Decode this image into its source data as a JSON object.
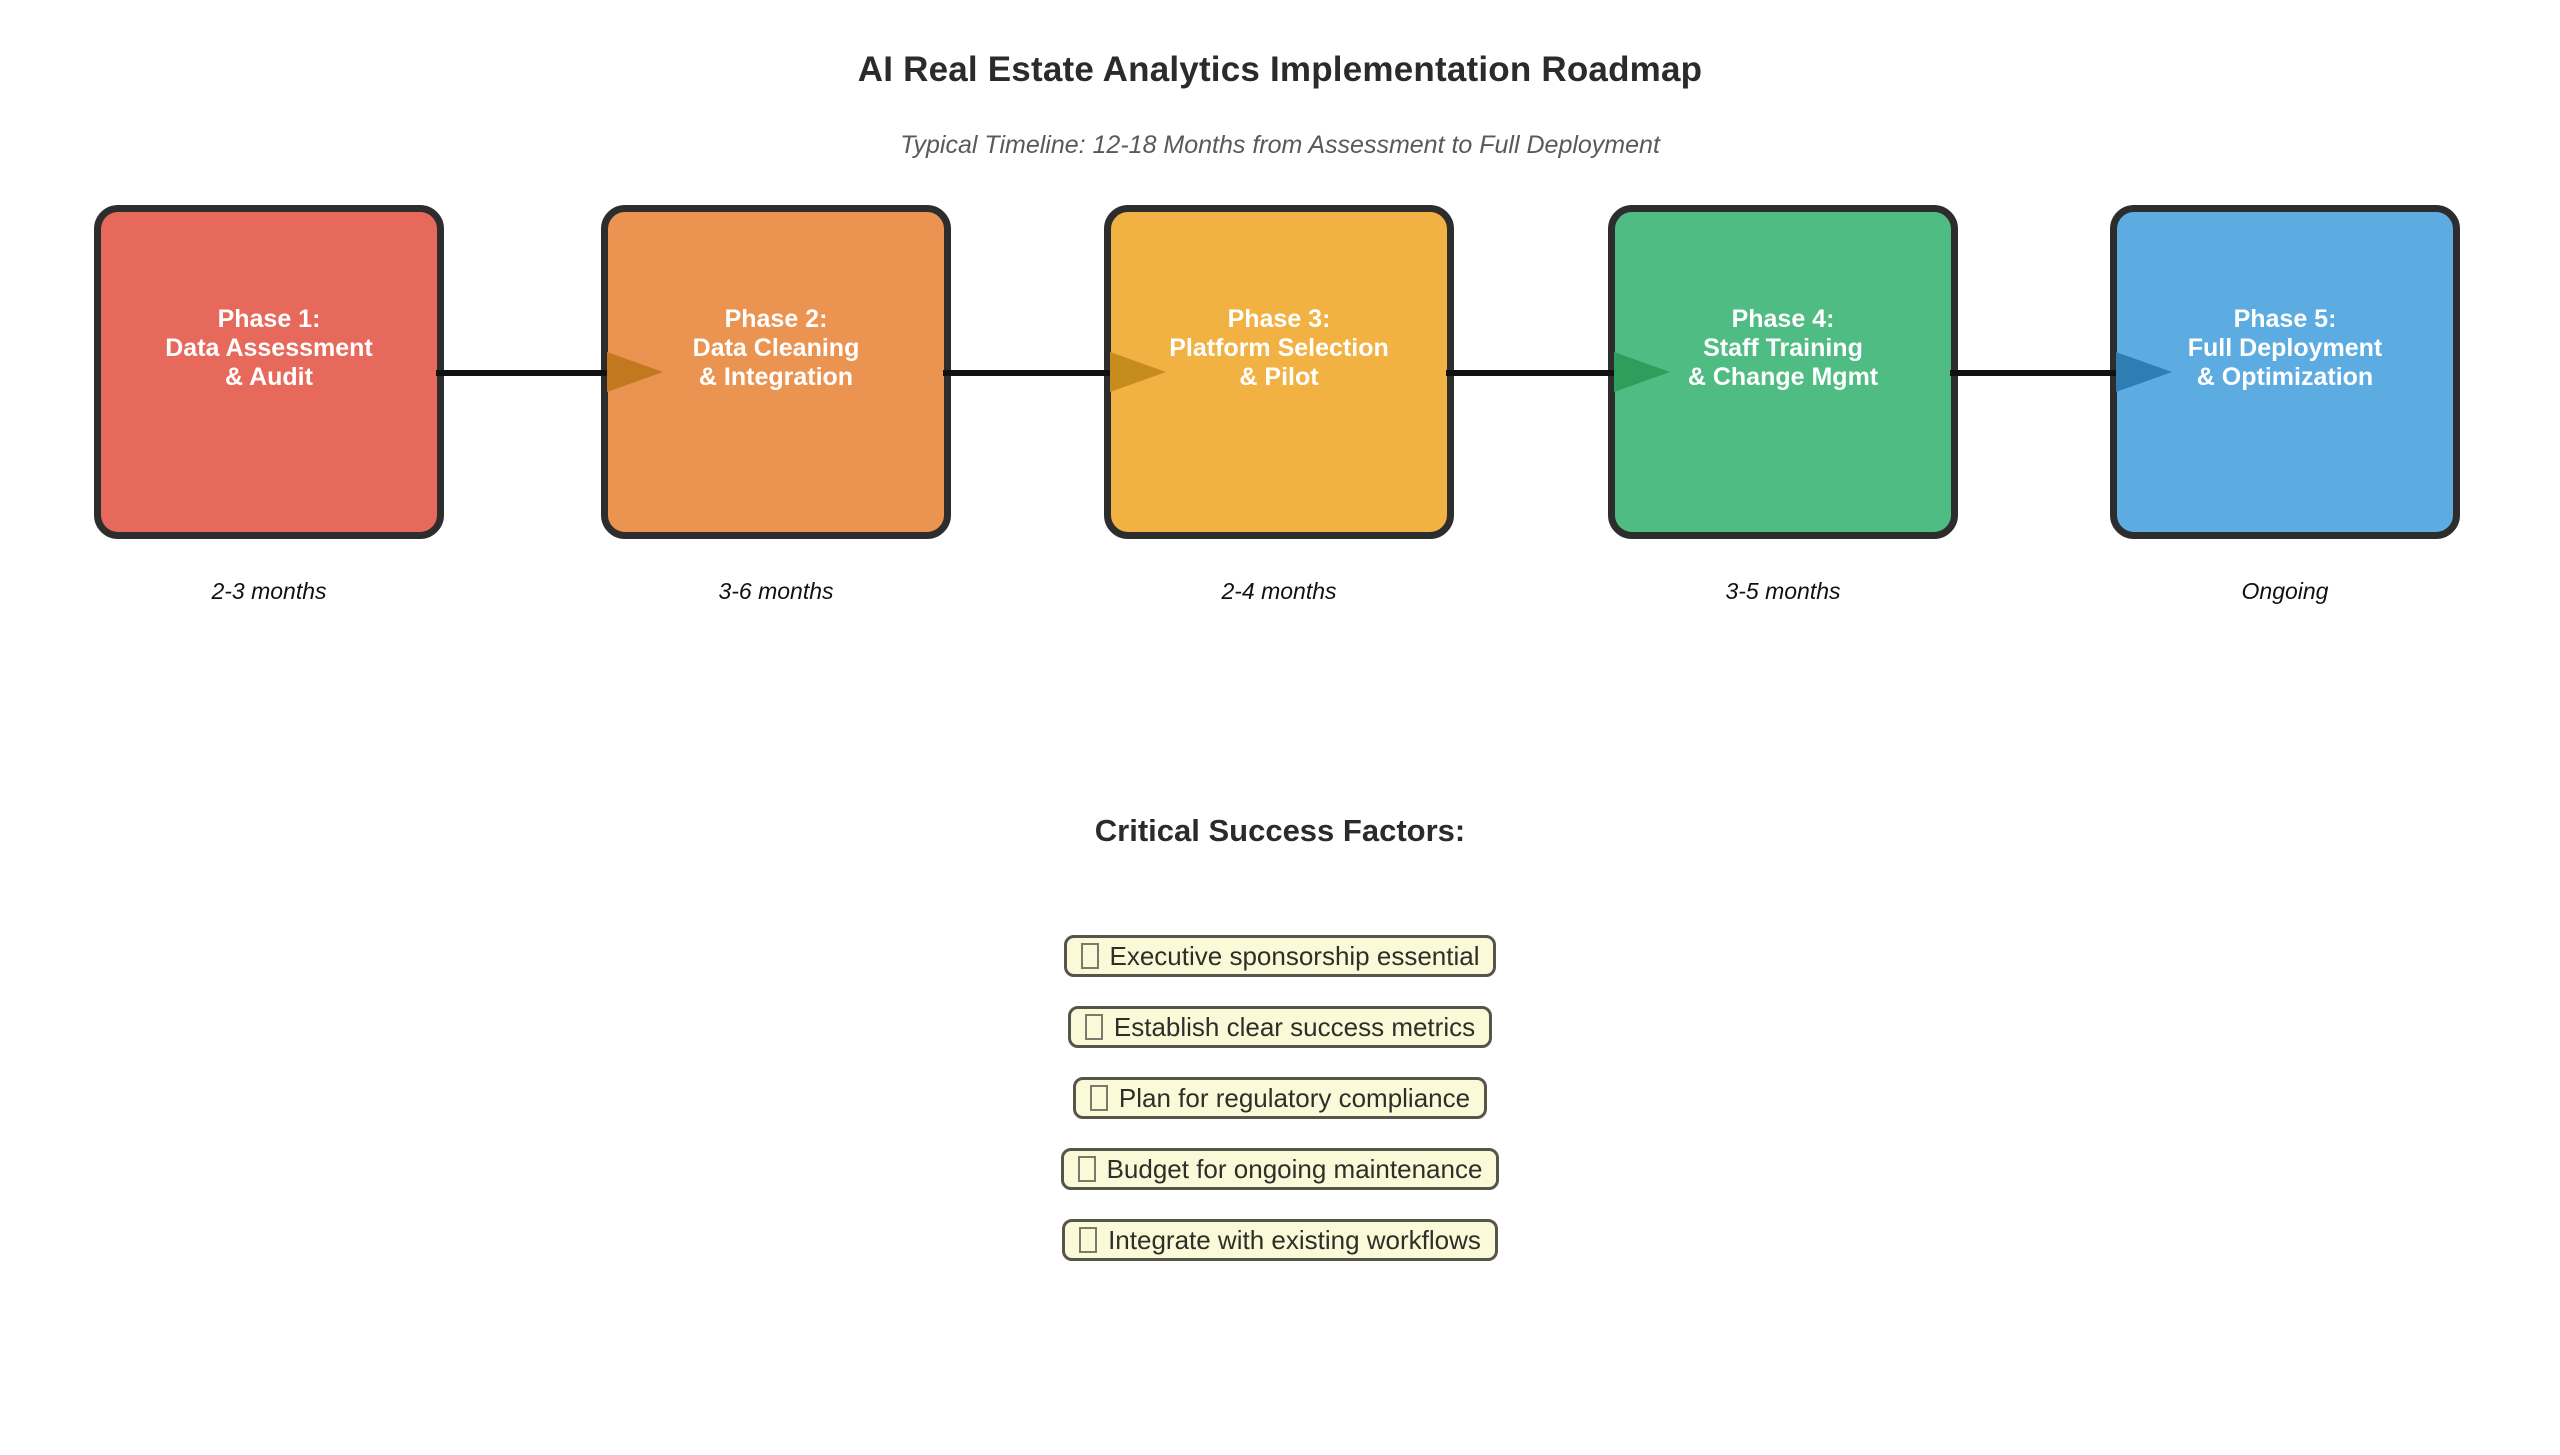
{
  "title": "AI Real Estate Analytics Implementation Roadmap",
  "subtitle": "Typical Timeline: 12-18 Months from Assessment to Full Deployment",
  "phases": [
    {
      "line1": "Phase 1:",
      "line2": "Data Assessment",
      "line3": "& Audit",
      "duration": "2-3 months",
      "color": "#e7695c"
    },
    {
      "line1": "Phase 2:",
      "line2": "Data Cleaning",
      "line3": "& Integration",
      "duration": "3-6 months",
      "color": "#eb9451"
    },
    {
      "line1": "Phase 3:",
      "line2": "Platform Selection",
      "line3": "& Pilot",
      "duration": "2-4 months",
      "color": "#f2b143"
    },
    {
      "line1": "Phase 4:",
      "line2": "Staff Training",
      "line3": "& Change Mgmt",
      "duration": "3-5 months",
      "color": "#4fbc83"
    },
    {
      "line1": "Phase 5:",
      "line2": "Full Deployment",
      "line3": "& Optimization",
      "duration": "Ongoing",
      "color": "#5cace2"
    }
  ],
  "connectors": [
    {
      "line_color": "#111111",
      "arrow_color": "#c1781f"
    },
    {
      "line_color": "#111111",
      "arrow_color": "#c68c1e"
    },
    {
      "line_color": "#111111",
      "arrow_color": "#2e9e5c"
    },
    {
      "line_color": "#111111",
      "arrow_color": "#2e7eb4"
    }
  ],
  "success_factors": {
    "heading": "Critical Success Factors:",
    "bullet_icon": "missing-glyph-box",
    "items": [
      "Executive sponsorship essential",
      "Establish clear success metrics",
      "Plan for regulatory compliance",
      "Budget for ongoing maintenance",
      "Integrate with existing workflows"
    ]
  },
  "style_colors": {
    "box_border": "#2d2d2d",
    "pill_background": "#fafad9",
    "pill_border": "#55554a",
    "title_text": "#2b2b2b",
    "subtitle_text": "#595959"
  }
}
